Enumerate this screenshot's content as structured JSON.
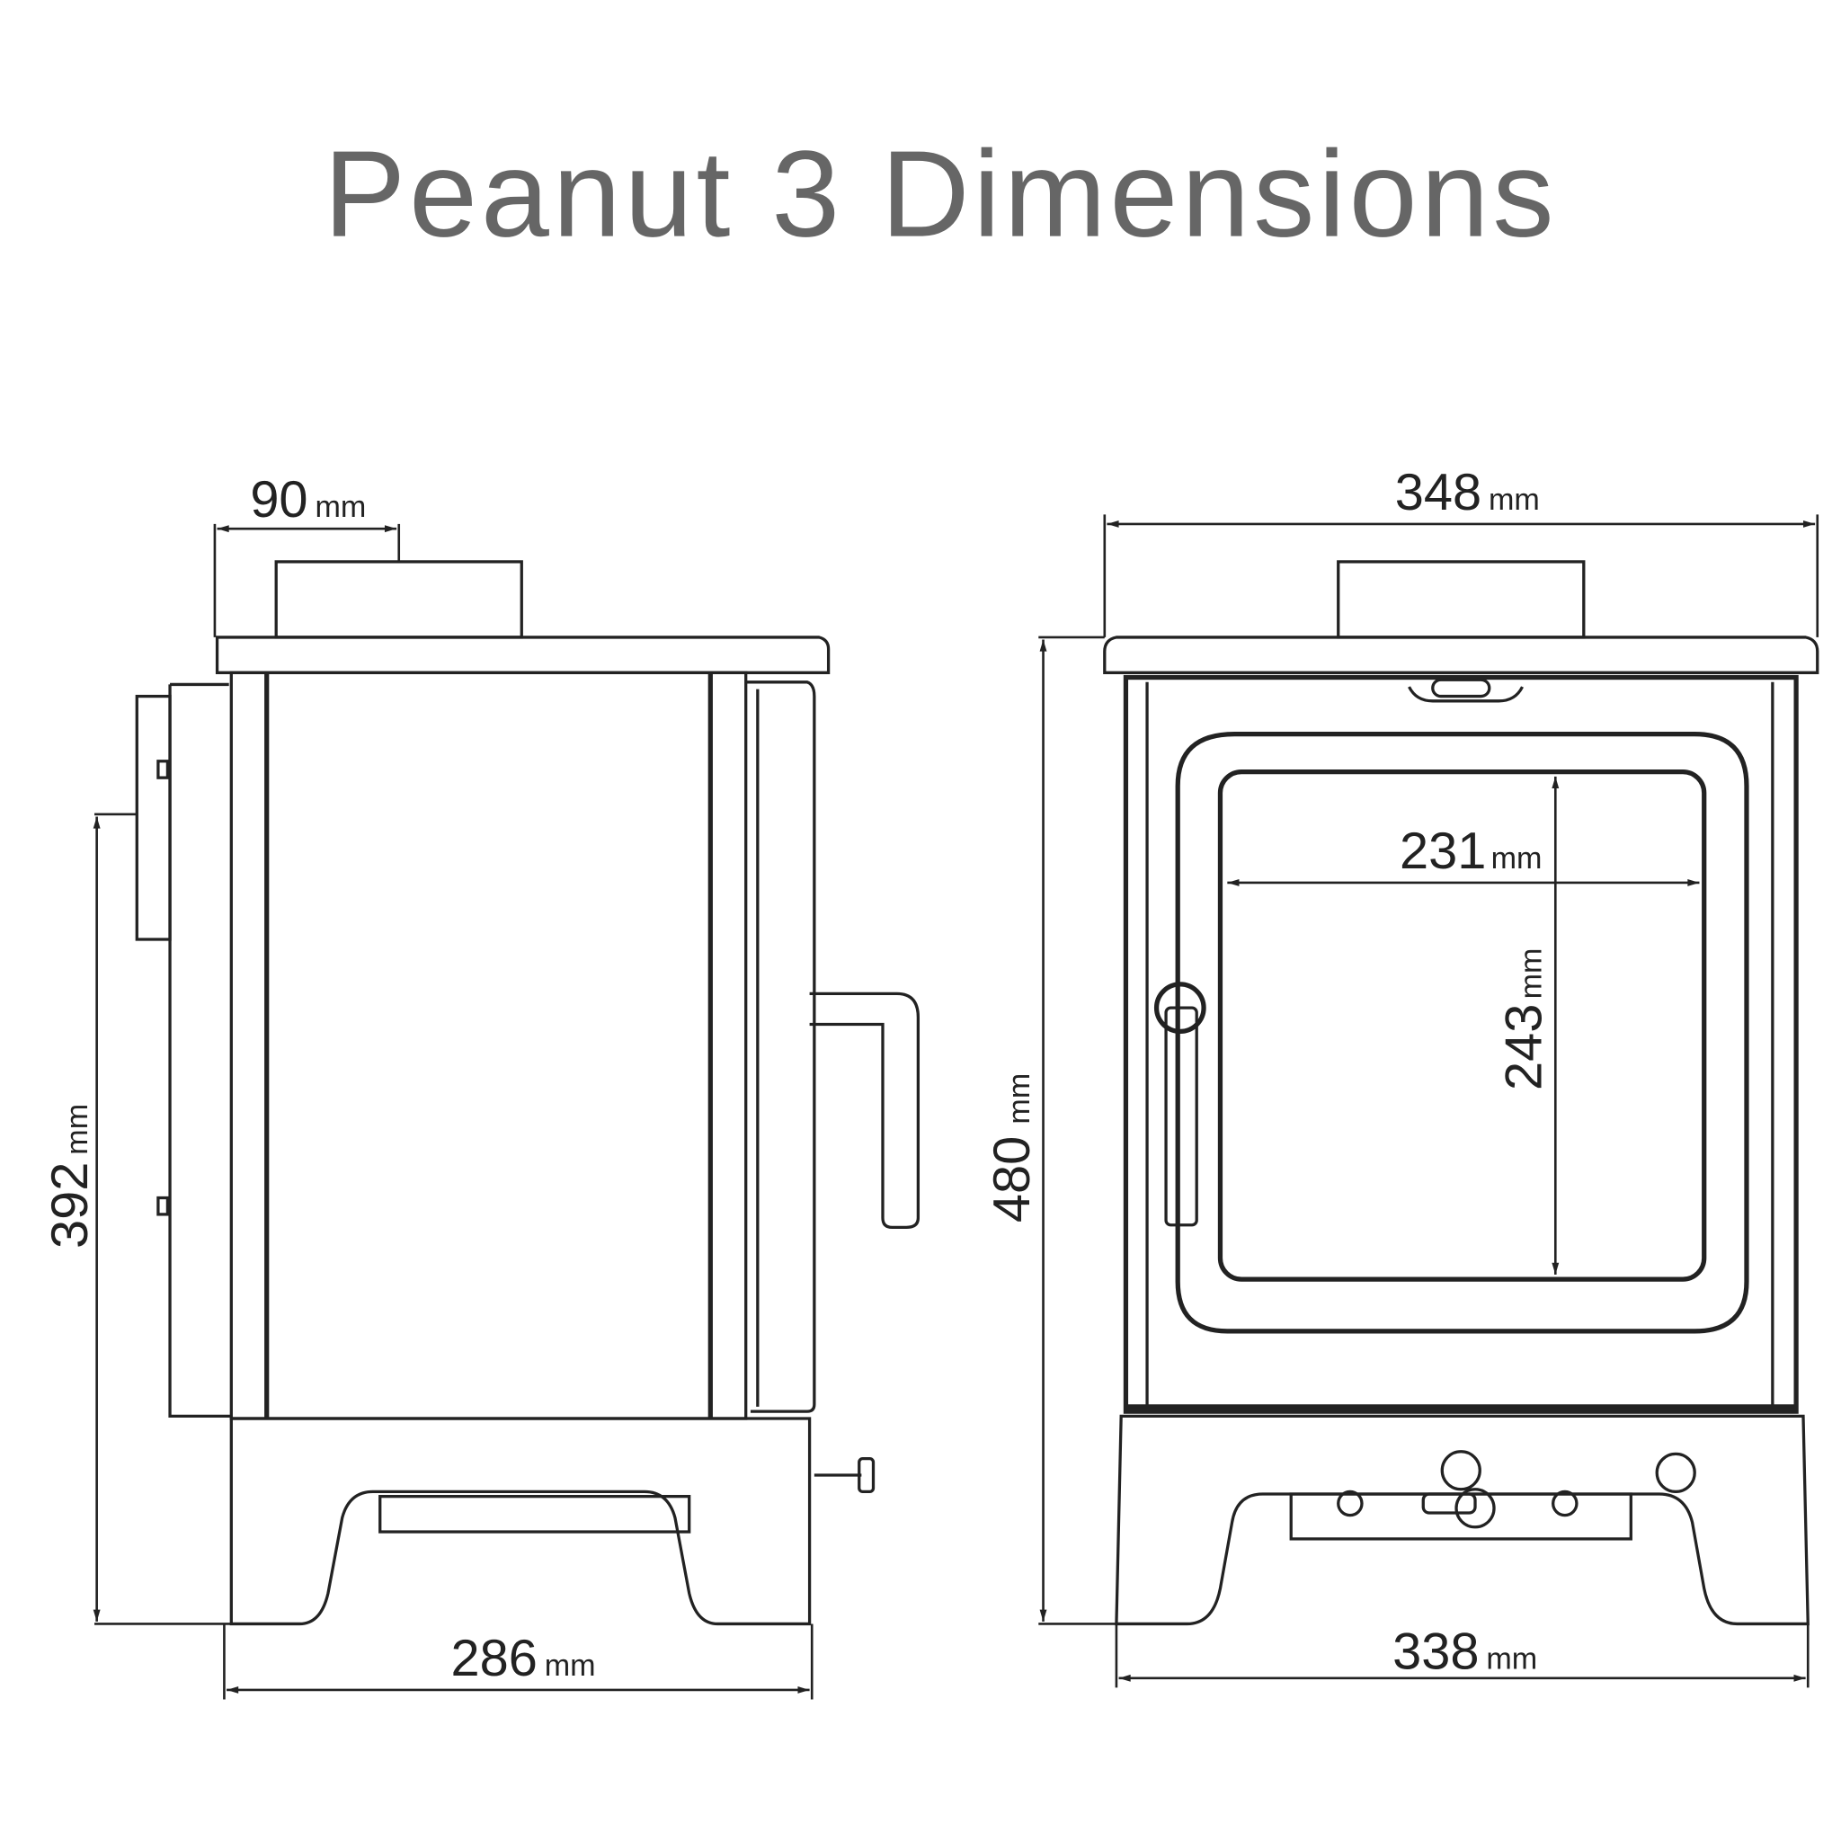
{
  "title": "Peanut 3 Dimensions",
  "unit": "mm",
  "side_view": {
    "flue_offset": "90",
    "flue_height": "392",
    "depth": "286"
  },
  "front_view": {
    "top_width": "348",
    "height": "480",
    "base_width": "338",
    "glass_width": "231",
    "glass_height": "243"
  }
}
